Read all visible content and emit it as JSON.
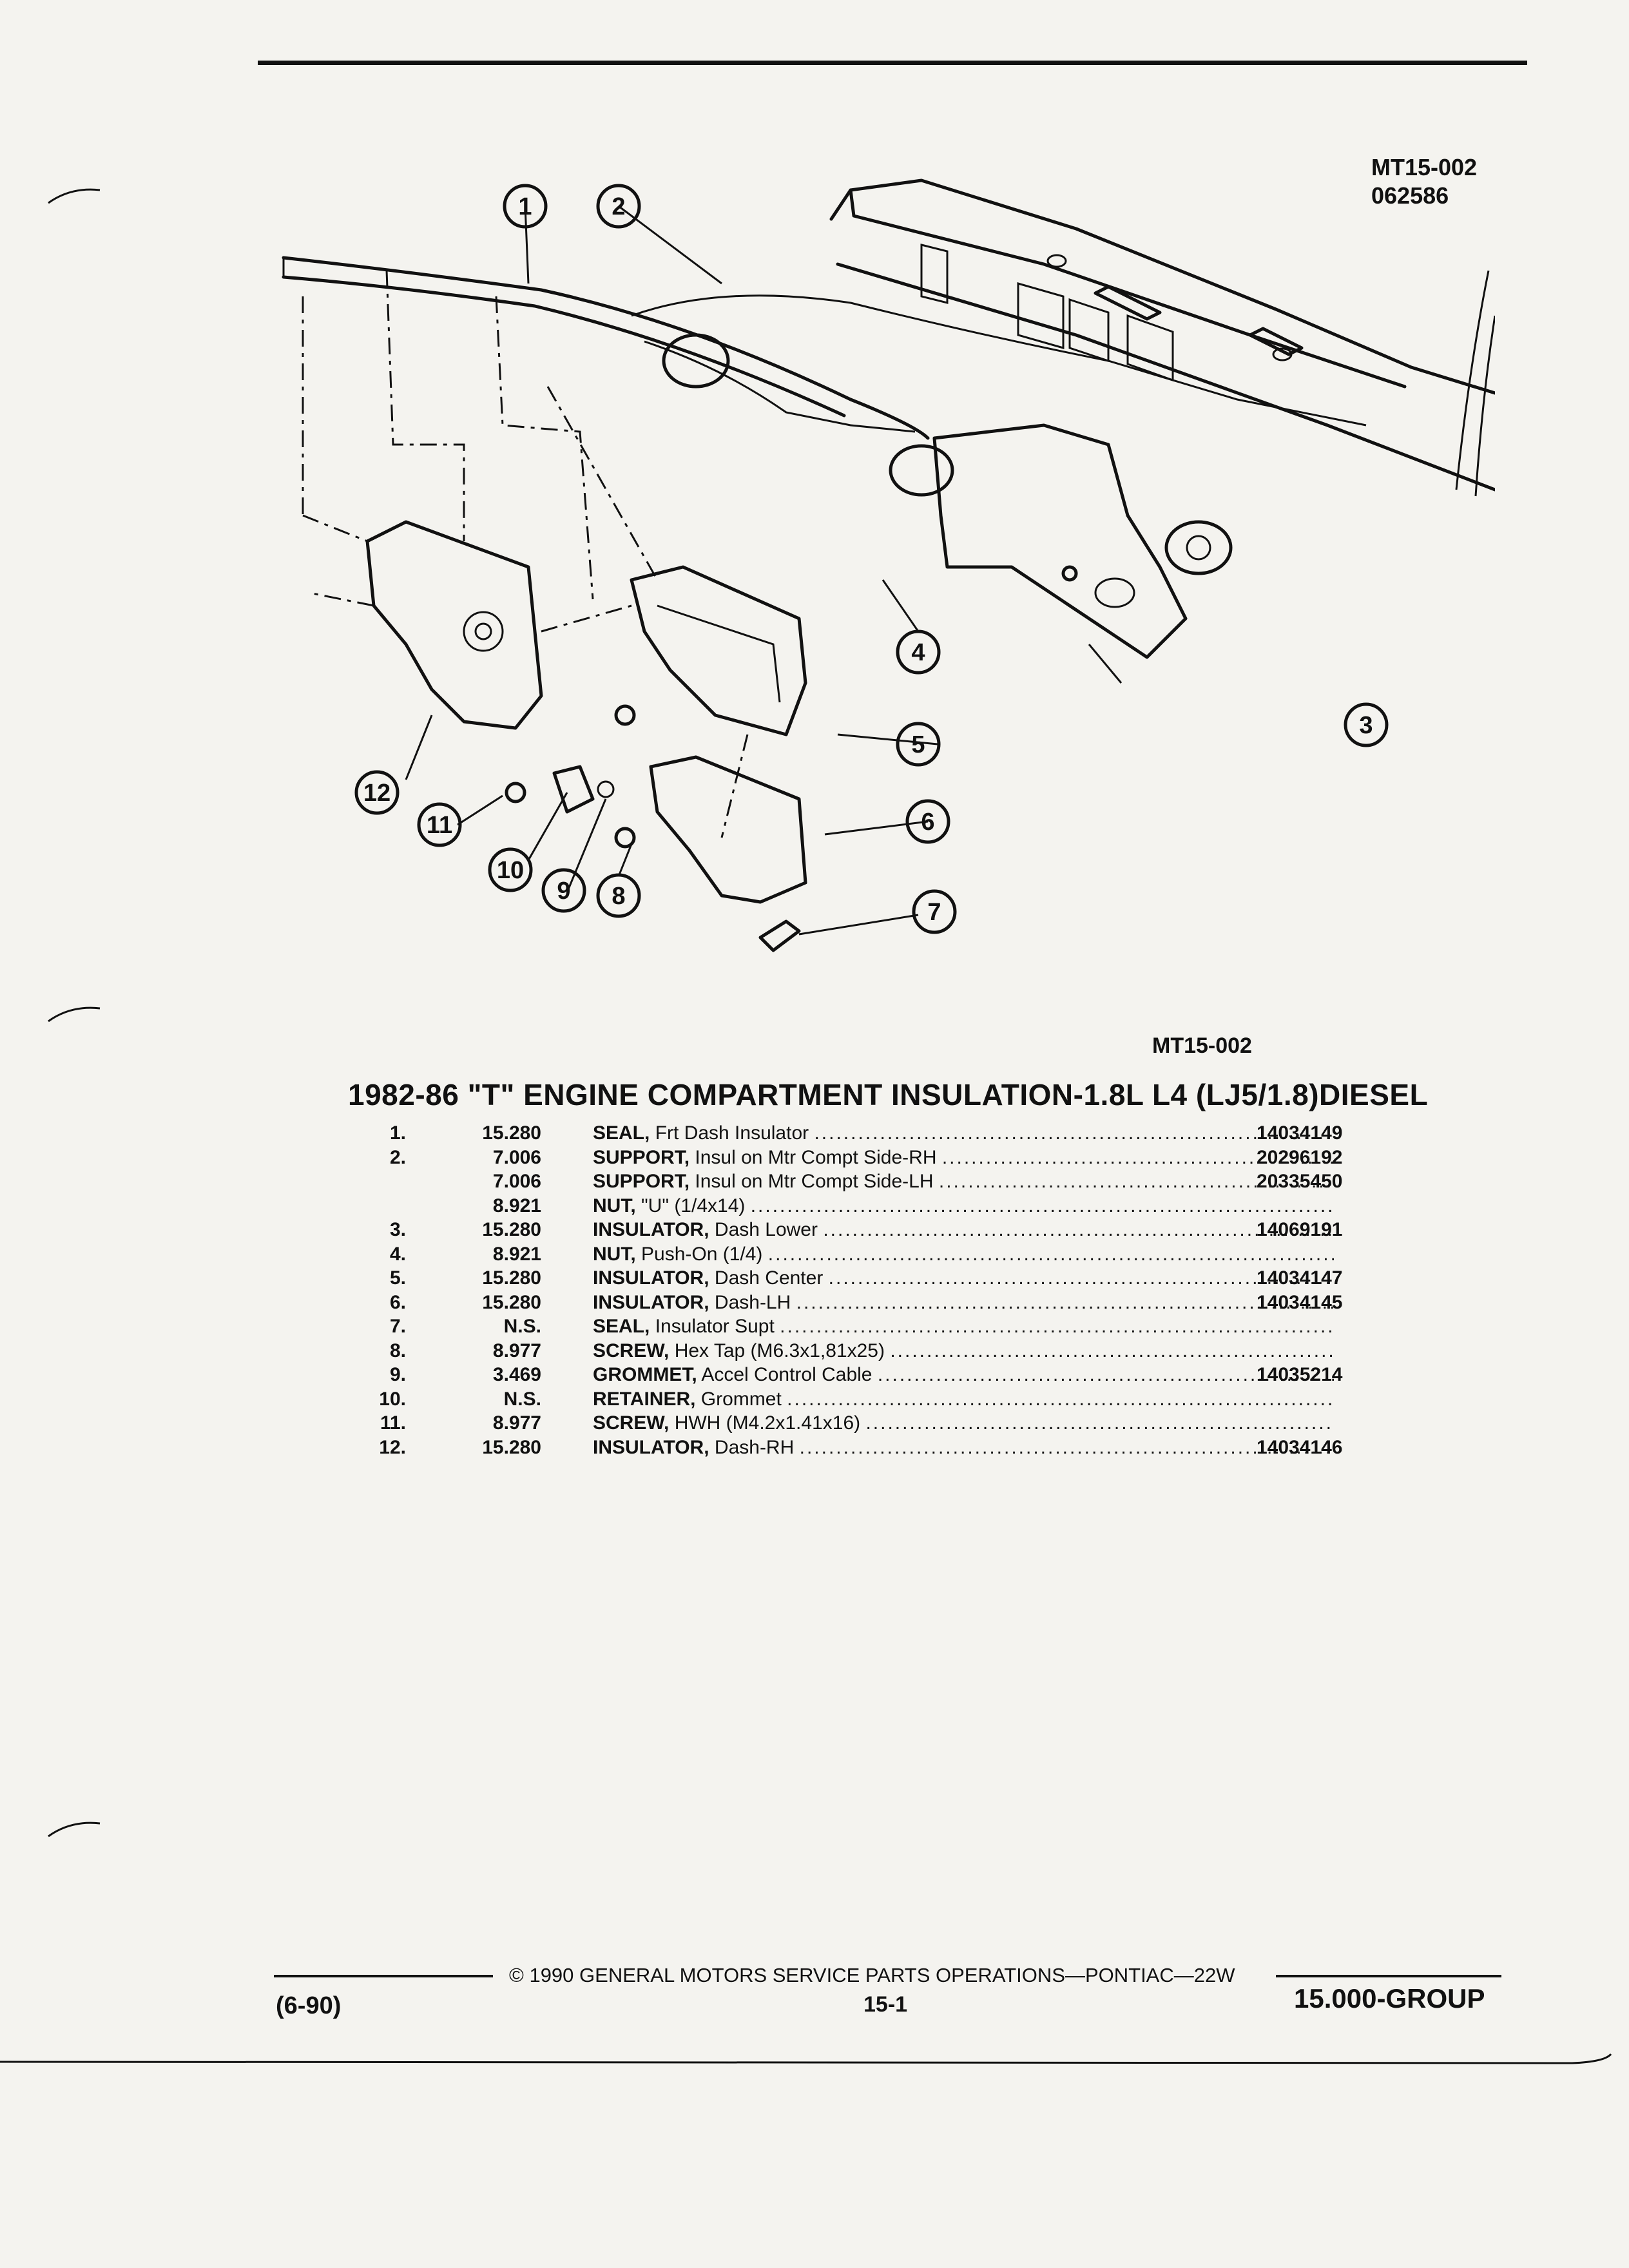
{
  "figure": {
    "id": "MT15-002",
    "date_code": "062586",
    "caption": "MT15-002",
    "callouts": [
      "1",
      "2",
      "3",
      "4",
      "5",
      "6",
      "7",
      "8",
      "9",
      "10",
      "11",
      "12"
    ]
  },
  "title": "1982-86 \"T\" ENGINE COMPARTMENT INSULATION-1.8L L4 (LJ5/1.8)DIESEL",
  "parts": [
    {
      "num": "1.",
      "group": "15.280",
      "name": "SEAL,",
      "desc": "Frt Dash Insulator",
      "pn": "14034149"
    },
    {
      "num": "2.",
      "group": "7.006",
      "name": "SUPPORT,",
      "desc": "Insul on Mtr Compt Side-RH",
      "pn": "20296192"
    },
    {
      "num": "",
      "group": "7.006",
      "name": "SUPPORT,",
      "desc": "Insul on Mtr Compt Side-LH",
      "pn": "20335450"
    },
    {
      "num": "",
      "group": "8.921",
      "name": "NUT,",
      "desc": "\"U\" (1/4x14)",
      "pn": ""
    },
    {
      "num": "3.",
      "group": "15.280",
      "name": "INSULATOR,",
      "desc": "Dash Lower",
      "pn": "14069191"
    },
    {
      "num": "4.",
      "group": "8.921",
      "name": "NUT,",
      "desc": "Push-On (1/4)",
      "pn": ""
    },
    {
      "num": "5.",
      "group": "15.280",
      "name": "INSULATOR,",
      "desc": "Dash Center",
      "pn": "14034147"
    },
    {
      "num": "6.",
      "group": "15.280",
      "name": "INSULATOR,",
      "desc": "Dash-LH",
      "pn": "14034145"
    },
    {
      "num": "7.",
      "group": "N.S.",
      "name": "SEAL,",
      "desc": "Insulator Supt",
      "pn": ""
    },
    {
      "num": "8.",
      "group": "8.977",
      "name": "SCREW,",
      "desc": "Hex Tap (M6.3x1,81x25)",
      "pn": ""
    },
    {
      "num": "9.",
      "group": "3.469",
      "name": "GROMMET,",
      "desc": "Accel Control Cable",
      "pn": "14035214"
    },
    {
      "num": "10.",
      "group": "N.S.",
      "name": "RETAINER,",
      "desc": "Grommet",
      "pn": ""
    },
    {
      "num": "11.",
      "group": "8.977",
      "name": "SCREW,",
      "desc": "HWH (M4.2x1.41x16)",
      "pn": ""
    },
    {
      "num": "12.",
      "group": "15.280",
      "name": "INSULATOR,",
      "desc": "Dash-RH",
      "pn": "14034146"
    }
  ],
  "footer": {
    "copyright": "© 1990 GENERAL MOTORS SERVICE PARTS OPERATIONS—PONTIAC—22W",
    "page": "15-1",
    "date": "(6-90)",
    "group": "15.000-GROUP"
  }
}
